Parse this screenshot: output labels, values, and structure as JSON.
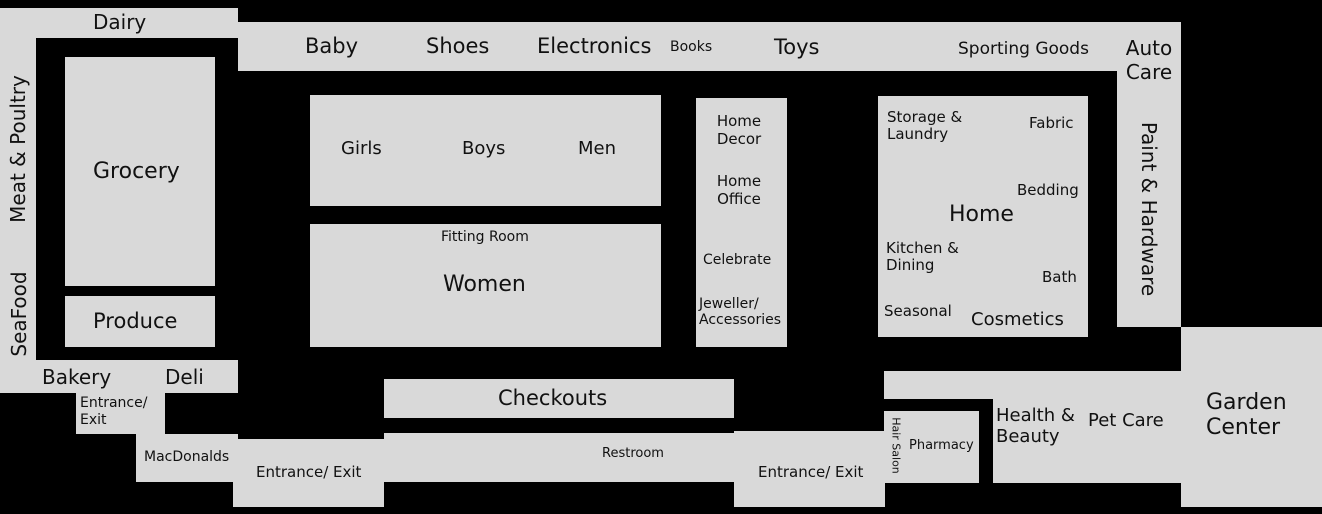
{
  "departments": {
    "dairy": "Dairy",
    "meat_poultry": "Meat & Poultry",
    "seafood": "SeaFood",
    "grocery": "Grocery",
    "produce": "Produce",
    "bakery": "Bakery",
    "deli": "Deli",
    "baby": "Baby",
    "shoes": "Shoes",
    "electronics": "Electronics",
    "books": "Books",
    "toys": "Toys",
    "sporting_goods": "Sporting Goods",
    "auto_care": "Auto Care",
    "paint_hardware": "Paint & Hardware",
    "girls": "Girls",
    "boys": "Boys",
    "men": "Men",
    "fitting_room": "Fitting Room",
    "women": "Women",
    "home_decor": "Home Decor",
    "home_office": "Home Office",
    "celebrate": "Celebrate",
    "jewellery": "Jeweller/ Accessories",
    "storage_laundry": "Storage & Laundry",
    "fabric": "Fabric",
    "bedding": "Bedding",
    "home": "Home",
    "kitchen_dining": "Kitchen & Dining",
    "bath": "Bath",
    "seasonal": "Seasonal",
    "cosmetics": "Cosmetics",
    "checkouts": "Checkouts",
    "restroom": "Restroom",
    "hair_salon": "Hair Salon",
    "pharmacy": "Pharmacy",
    "health_beauty": "Health & Beauty",
    "pet_care": "Pet Care",
    "garden_center": "Garden Center",
    "macdonalds": "MacDonalds"
  },
  "entrances": {
    "left": "Entrance/ Exit",
    "center_left": "Entrance/ Exit",
    "center_right": "Entrance/ Exit"
  }
}
